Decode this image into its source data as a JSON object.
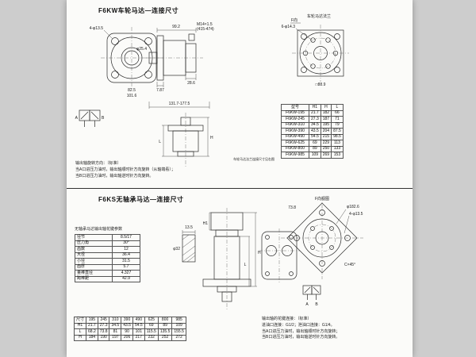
{
  "top": {
    "title": "F6KW车轮马达—连接尺寸",
    "dims": [
      "A",
      "B",
      "4-φ13.5",
      "82.5",
      "101.6",
      "M14×1.5",
      "(415-474)",
      "99.2",
      "7.87",
      "28.6",
      "φ25.4",
      "131.7-177.5",
      "L",
      "H",
      "车轮马达法兰连接尺寸见右图",
      "F向",
      "车轮马达法兰",
      "6-φ14.3",
      "□88.9"
    ],
    "table": {
      "headers": [
        "型号",
        "H1",
        "H",
        "L"
      ],
      "rows": [
        [
          "F6KW-195",
          "21.7",
          "182",
          "66"
        ],
        [
          "F6KW-245",
          "27.3",
          "187",
          "71"
        ],
        [
          "F6KW-310",
          "34.5",
          "195",
          "79"
        ],
        [
          "F6KW-390",
          "43.5",
          "204",
          "87.5"
        ],
        [
          "F6KW-490",
          "54.5",
          "215",
          "98.5"
        ],
        [
          "F6KW-625",
          "69",
          "229",
          "113"
        ],
        [
          "F6KW-800",
          "89",
          "250",
          "133"
        ],
        [
          "F6KW-985",
          "109",
          "269",
          "153"
        ]
      ]
    },
    "notes": [
      "输出轴旋转方向：（标准）",
      "当A口进压力油时，输出轴顺时针方向旋转（从轴端看）；",
      "当B口进压力油时，输出轴逆时针方向旋转。"
    ]
  },
  "bottom": {
    "title": "F6KS无轴承马达—连接尺寸",
    "spline_table": {
      "title": "无轴承马达输出轴花键参数",
      "rows": [
        [
          "径节",
          "8.5/17"
        ],
        [
          "压力角",
          "30°"
        ],
        [
          "齿数",
          "12"
        ],
        [
          "大径",
          "36.4"
        ],
        [
          "小径",
          "31.5"
        ],
        [
          "齿厚",
          "5.7"
        ],
        [
          "量棒直径",
          "4.327"
        ],
        [
          "跨棒距",
          "42.9"
        ]
      ]
    },
    "dims": [
      "13.5",
      "φ32",
      "H1",
      "H",
      "L",
      "F向视图",
      "φ182.6",
      "4-φ13.5",
      "73.8",
      "C×45°",
      "A",
      "B"
    ],
    "dim_table": {
      "col_header_label": "尺寸",
      "columns": [
        "195",
        "245",
        "310",
        "390",
        "490",
        "625",
        "800",
        "985"
      ],
      "rows": [
        {
          "label": "H1",
          "values": [
            "21.7",
            "27.3",
            "34.5",
            "43.5",
            "54.5",
            "69",
            "89",
            "109"
          ]
        },
        {
          "label": "L",
          "values": [
            "68.2",
            "73.8",
            "81",
            "90",
            "101",
            "115.5",
            "135.5",
            "155.5"
          ]
        },
        {
          "label": "H",
          "values": [
            "184",
            "190",
            "197",
            "206",
            "217",
            "232",
            "252",
            "272"
          ]
        }
      ]
    },
    "notes": [
      "输出轴的花键连接：（标准）",
      "进油口连接：G1/2；泄油口连接：G1/4。",
      "当A口进压力油时，输出轴顺时针方向旋转；",
      "当B口进压力油时，输出轴逆时针方向旋转。"
    ]
  }
}
